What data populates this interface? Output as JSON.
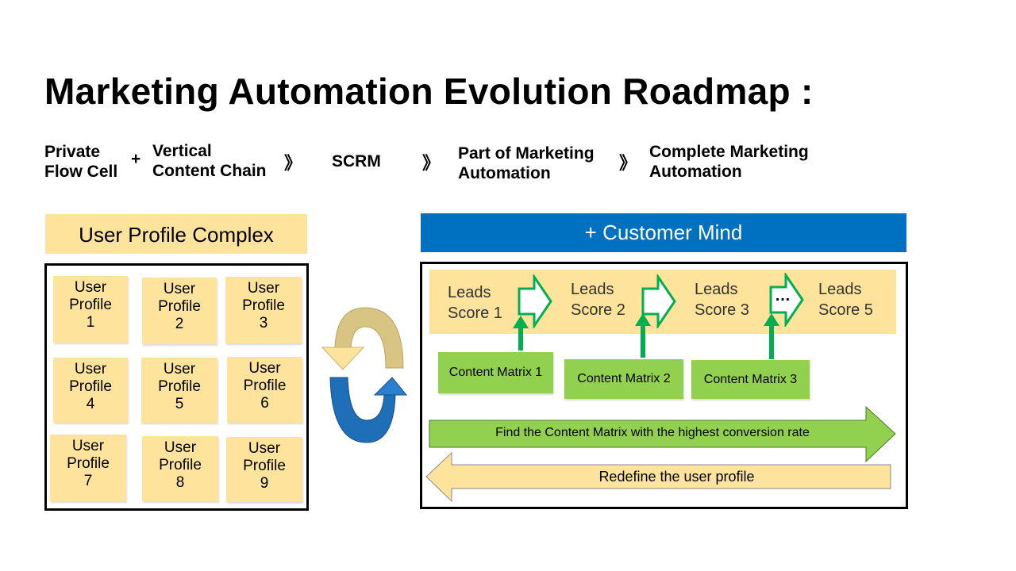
{
  "title": "Marketing Automation Evolution Roadmap :",
  "roadmap": {
    "step1": "Private\nFlow Cell",
    "plus": "+",
    "step2": "Vertical\nContent Chain",
    "sep": "》",
    "step3": "SCRM",
    "step4": "Part of Marketing\nAutomation",
    "step5": "Complete Marketing\nAutomation"
  },
  "left_panel": {
    "header": "User Profile Complex",
    "profiles": [
      "User\nProfile\n1",
      "User\nProfile\n2",
      "User\nProfile\n3",
      "User\nProfile\n4",
      "User\nProfile\n5",
      "User\nProfile\n6",
      "User\nProfile\n7",
      "User\nProfile\n8",
      "User\nProfile\n9"
    ]
  },
  "right_panel": {
    "header": "+ Customer Mind",
    "leads": [
      "Leads\nScore 1",
      "Leads\nScore 2",
      "Leads\nScore 3",
      "Leads\nScore 5"
    ],
    "ellipsis": "…",
    "content_matrices": [
      "Content Matrix 1",
      "Content Matrix 2",
      "Content Matrix 3"
    ],
    "forward_arrow": "Find the Content Matrix with the highest conversion rate",
    "back_arrow": "Redefine the user profile"
  },
  "colors": {
    "note_yellow": "#fde39c",
    "brand_blue": "#0070c0",
    "matrix_green": "#92d050",
    "arrow_green": "#00b050",
    "cycle_tan": "#d6c48a",
    "cycle_blue": "#1f6fb8"
  }
}
